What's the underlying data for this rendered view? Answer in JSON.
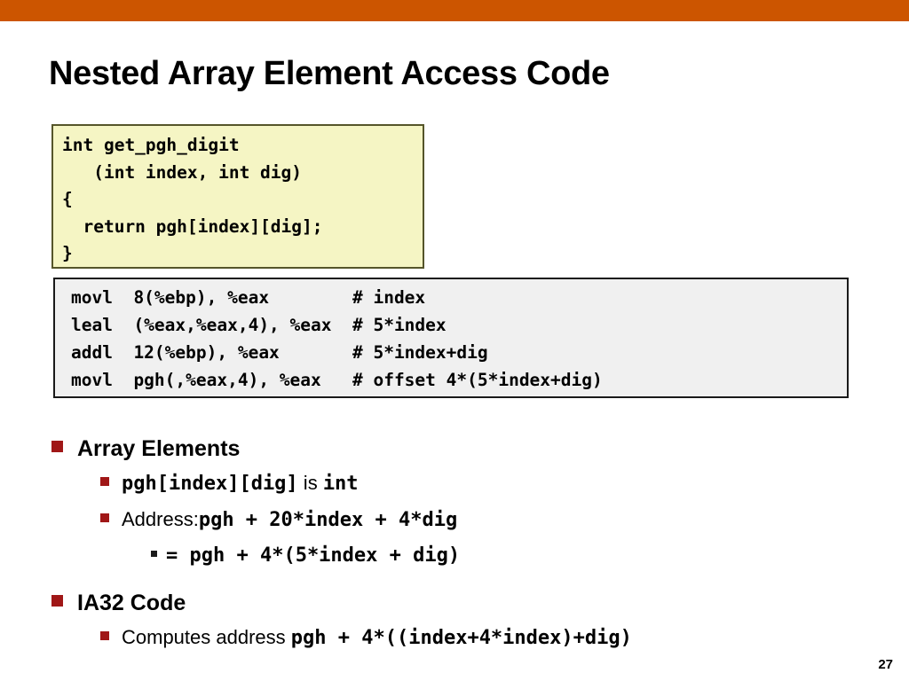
{
  "slide": {
    "title": "Nested Array Element Access Code",
    "number": "27",
    "accent_color": "#CC5500",
    "bullet_color": "#A01717"
  },
  "c_code": {
    "background": "#F5F5C4",
    "border_color": "#55552A",
    "text": "int get_pgh_digit\n   (int index, int dig)\n{\n  return pgh[index][dig];\n}"
  },
  "asm_code": {
    "background": "#F0F0F0",
    "border_color": "#1A1A1A",
    "text": "movl  8(%ebp), %eax        # index\nleal  (%eax,%eax,4), %eax  # 5*index\naddl  12(%ebp), %eax       # 5*index+dig\nmovl  pgh(,%eax,4), %eax   # offset 4*(5*index+dig)",
    "lines": [
      {
        "instr": "movl",
        "operands": "8(%ebp), %eax",
        "comment": "# index"
      },
      {
        "instr": "leal",
        "operands": "(%eax,%eax,4), %eax",
        "comment": "# 5*index"
      },
      {
        "instr": "addl",
        "operands": "12(%ebp), %eax",
        "comment": "# 5*index+dig"
      },
      {
        "instr": "movl",
        "operands": "pgh(,%eax,4), %eax",
        "comment": "# offset 4*(5*index+dig)"
      }
    ]
  },
  "bullets": {
    "array_elements_heading": "Array Elements",
    "elem_type_code": "pgh[index][dig]",
    "elem_type_suffix": " is ",
    "elem_type_type": "int",
    "address_label": "Address:",
    "address_code": "pgh + 20*index + 4*dig",
    "address_expanded": "= pgh + 4*(5*index + dig)",
    "ia32_heading": "IA32 Code",
    "computes_label": "Computes address ",
    "computes_code": "pgh + 4*((index+4*index)+dig)"
  }
}
